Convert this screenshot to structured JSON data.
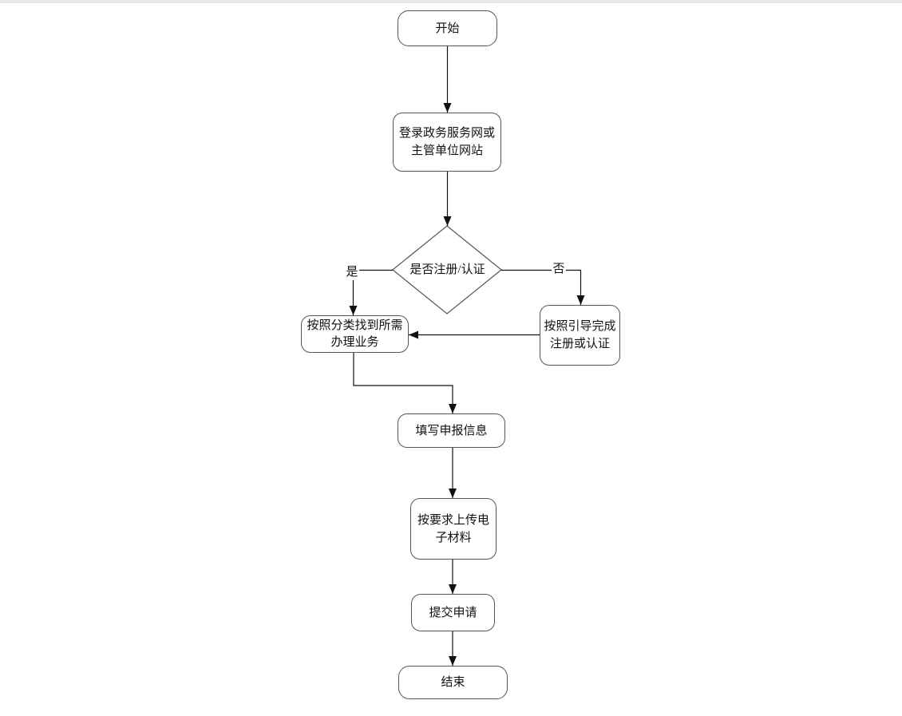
{
  "page": {
    "background": "#ffffff",
    "top_bar_color": "#e9e9e9"
  },
  "flowchart": {
    "nodes": {
      "start": {
        "label": "开始",
        "type": "terminator"
      },
      "login": {
        "label": "登录政务服务网或主管单位网站",
        "type": "process"
      },
      "decision": {
        "label": "是否注册/认证",
        "type": "decision"
      },
      "find_business": {
        "label": "按照分类找到所需办理业务",
        "type": "process"
      },
      "register": {
        "label": "按照引导完成注册或认证",
        "type": "process"
      },
      "fill_info": {
        "label": "填写申报信息",
        "type": "process"
      },
      "upload": {
        "label": "按要求上传电子材料",
        "type": "process"
      },
      "submit": {
        "label": "提交申请",
        "type": "process"
      },
      "end": {
        "label": "结束",
        "type": "terminator"
      }
    },
    "edge_labels": {
      "yes": "是",
      "no": "否"
    },
    "colors": {
      "line": "#111111",
      "node_border": "#555555",
      "text": "#111111"
    }
  }
}
